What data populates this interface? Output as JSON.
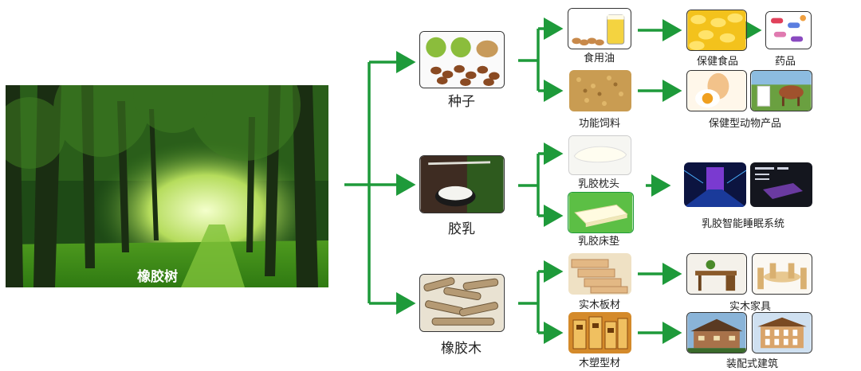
{
  "root": {
    "label": "橡胶树"
  },
  "branches": {
    "seed": {
      "label": "种子",
      "products": {
        "oil": {
          "label": "食用油",
          "next": [
            "保健食品",
            "药品"
          ]
        },
        "feed": {
          "label": "功能饲料",
          "next": [
            "保健型动物产品"
          ]
        }
      }
    },
    "latex": {
      "label": "胶乳",
      "products": {
        "pillow": {
          "label": "乳胶枕头"
        },
        "mattress": {
          "label": "乳胶床垫"
        }
      },
      "next": [
        "乳胶智能睡眠系统"
      ]
    },
    "wood": {
      "label": "橡胶木",
      "products": {
        "board": {
          "label": "实木板材",
          "next": [
            "实木家具"
          ]
        },
        "wpc": {
          "label": "木塑型材",
          "next": [
            "装配式建筑"
          ]
        }
      }
    }
  },
  "colors": {
    "arrow": "#1e9a3a",
    "frame": "#333333"
  }
}
